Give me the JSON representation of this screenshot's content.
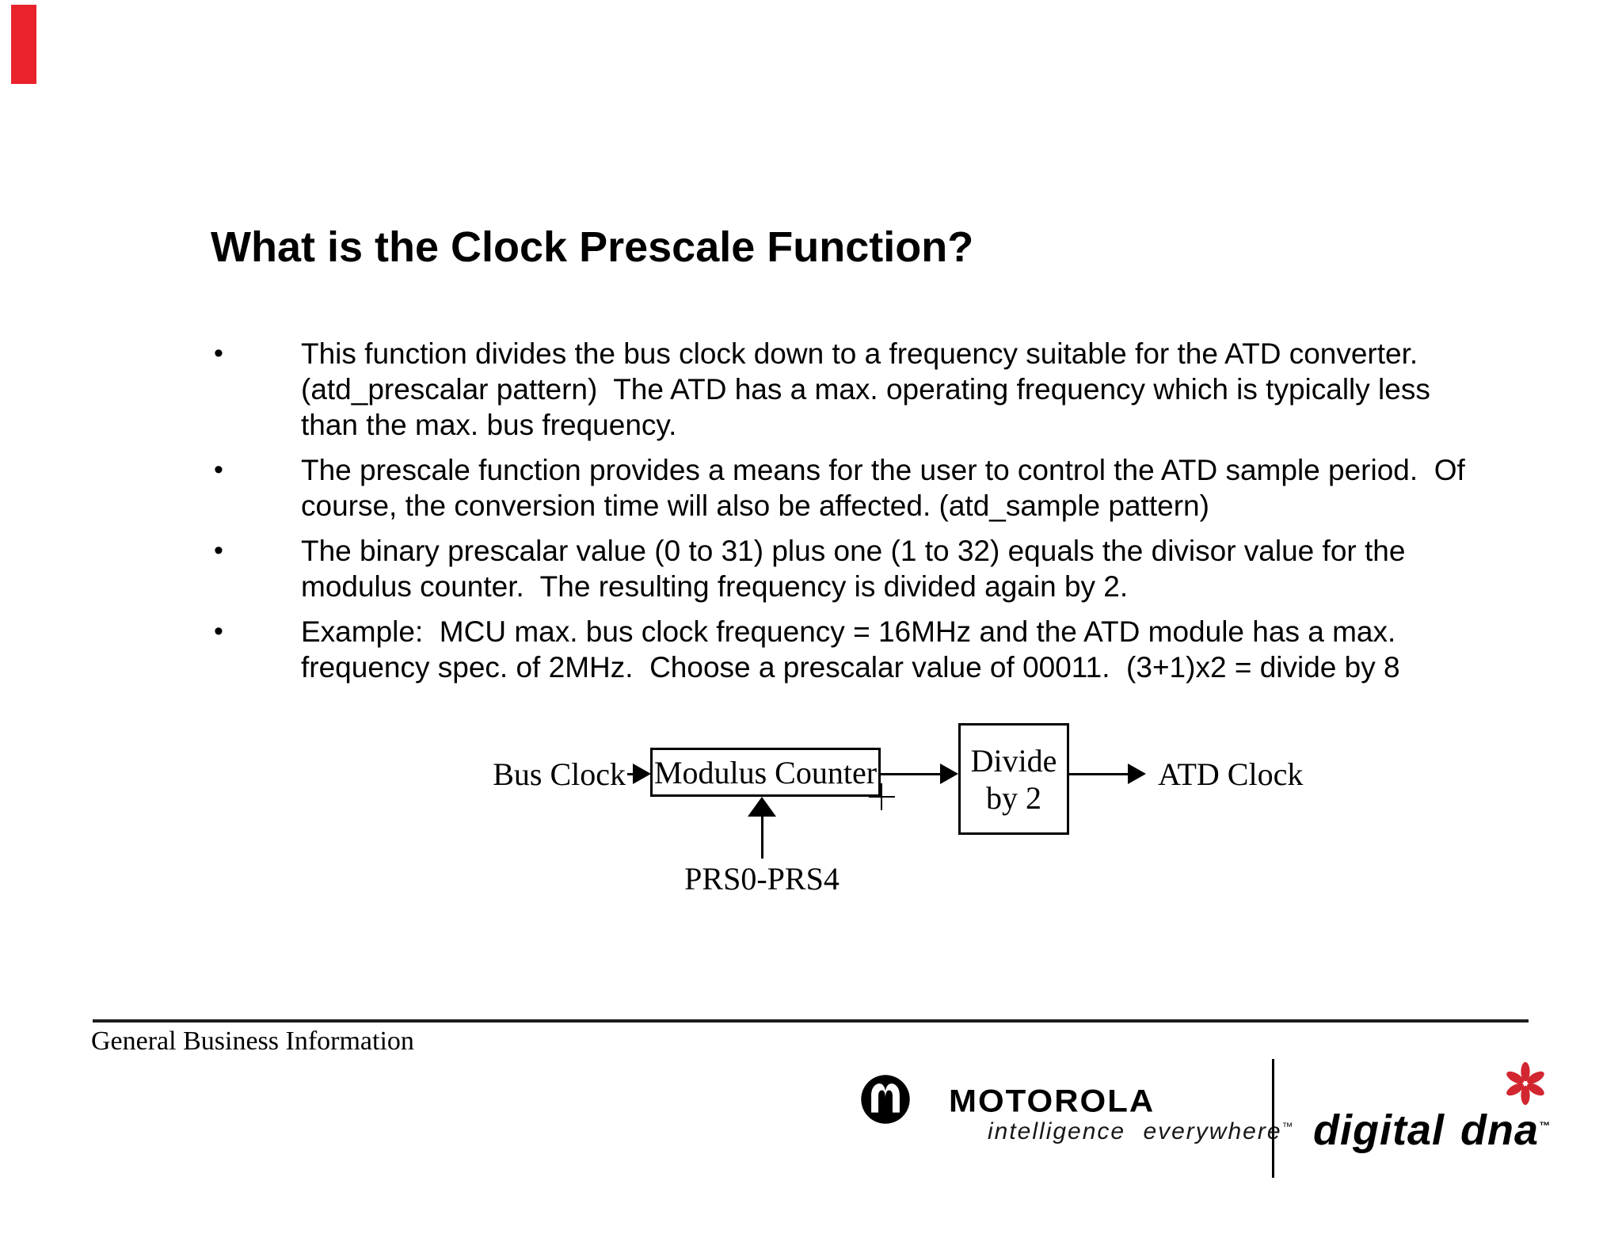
{
  "slide": {
    "title": "What is the Clock Prescale Function?",
    "bullet_char": "•",
    "bullets": [
      {
        "text": "This function divides the bus clock down to a frequency suitable for the ATD converter.\n(atd_prescalar pattern)  The ATD has a max. operating frequency which is typically less\nthan the max. bus frequency."
      },
      {
        "text": "The prescale function provides a means for the user to control the ATD sample period.  Of\ncourse, the conversion time will also be affected. (atd_sample pattern)"
      },
      {
        "text": "The binary prescalar value (0 to 31) plus one (1 to 32) equals the divisor value for the\nmodulus counter.  The resulting frequency is divided again by 2."
      },
      {
        "text": "Example:  MCU max. bus clock frequency = 16MHz and the ATD module has a max.\nfrequency spec. of 2MHz.  Choose a prescalar value of 00011.  (3+1)x2 = divide by 8"
      }
    ]
  },
  "diagram": {
    "bus_clock_label": "Bus Clock",
    "modulus_box_label": "Modulus Counter",
    "divide_box_line1": "Divide",
    "divide_box_line2": "by 2",
    "atd_clock_label": "ATD Clock",
    "prs_label": "PRS0-PRS4"
  },
  "footer": {
    "classification": "General Business Information",
    "motorola_wordmark": "MOTOROLA",
    "motorola_tagline": "intelligence everywhere",
    "motorola_tagline_tm": "™",
    "digitaldna_wordmark": "digital dna",
    "digitaldna_tm": "™"
  },
  "colors": {
    "accent_red": "#e9222c",
    "flower_red": "#d22630",
    "text_black": "#000000"
  }
}
